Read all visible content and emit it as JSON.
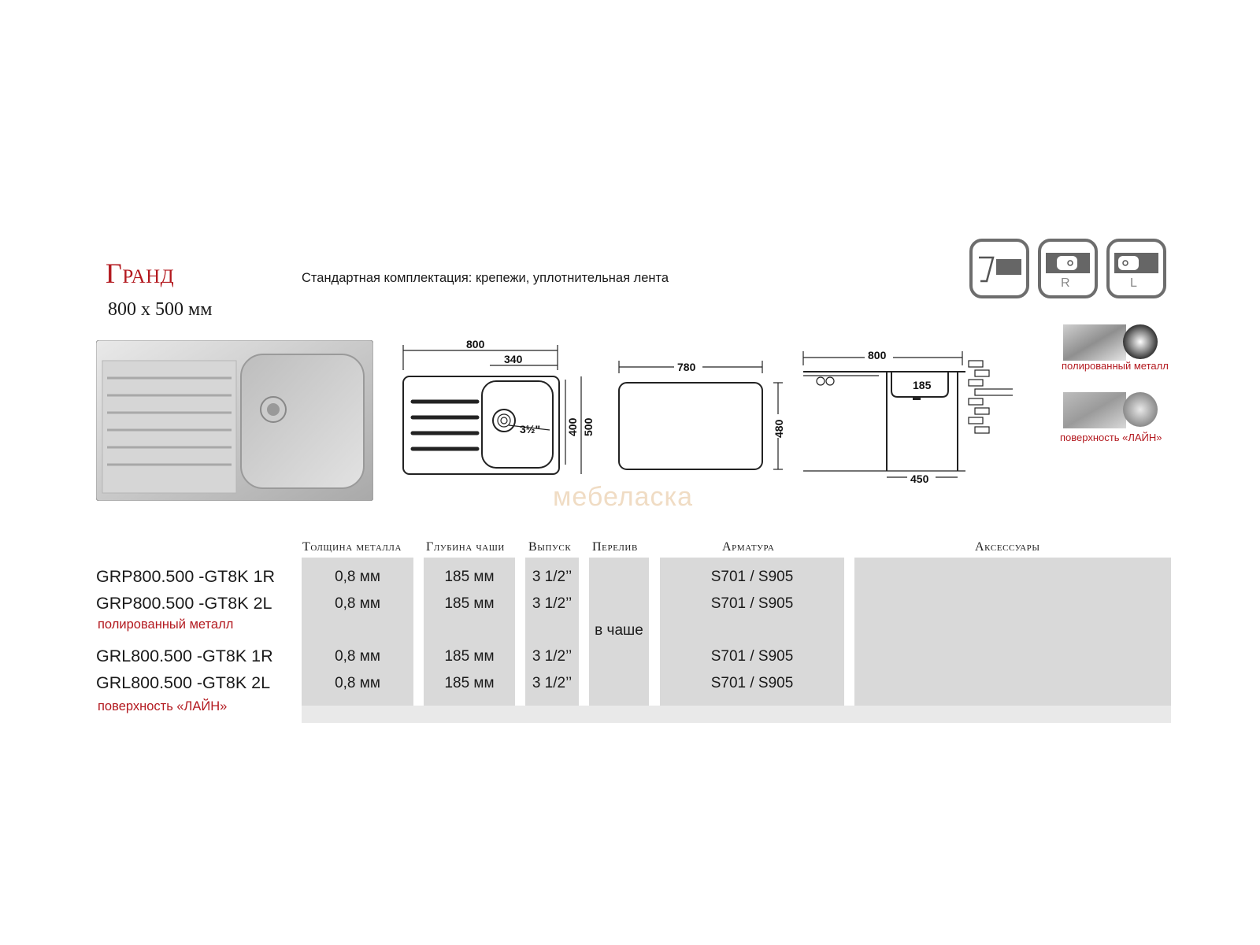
{
  "header": {
    "title": "Гранд",
    "size": "800 x 500 мм",
    "standard_kit": "Стандартная комплектация: крепежи, уплотнительная лента"
  },
  "icons": [
    {
      "name": "surface-mount-icon",
      "label": ""
    },
    {
      "name": "bowl-right-icon",
      "label": "R"
    },
    {
      "name": "bowl-left-icon",
      "label": "L"
    }
  ],
  "diagrams": {
    "top_width": "800",
    "bowl_width": "340",
    "bowl_depth": "400",
    "total_depth": "500",
    "drain": "3½\"",
    "cutout_width": "780",
    "cutout_depth": "480",
    "section_width": "800",
    "section_bowl_depth": "185",
    "cabinet_width": "450"
  },
  "finishes": [
    {
      "label": "полированный металл"
    },
    {
      "label": "поверхность «ЛАЙН»"
    }
  ],
  "watermark": "мебеласка",
  "table": {
    "headers": [
      "Толщина металла",
      "Глубина чаши",
      "Выпуск",
      "Перелив",
      "Арматура",
      "Аксессуары"
    ],
    "rows": [
      {
        "model": "GRP800.500 -GT8K 1R",
        "thickness": "0,8 мм",
        "depth": "185 мм",
        "outlet": "3 1/2’’",
        "fittings": "S701 / S905"
      },
      {
        "model": "GRP800.500 -GT8K 2L",
        "thickness": "0,8 мм",
        "depth": "185 мм",
        "outlet": "3 1/2’’",
        "fittings": "S701 / S905"
      },
      {
        "model": "GRL800.500 -GT8K 1R",
        "thickness": "0,8 мм",
        "depth": "185 мм",
        "outlet": "3 1/2’’",
        "fittings": "S701 / S905"
      },
      {
        "model": "GRL800.500 -GT8K 2L",
        "thickness": "0,8 мм",
        "depth": "185 мм",
        "outlet": "3 1/2’’",
        "fittings": "S701 / S905"
      }
    ],
    "group_notes": [
      "полированный металл",
      "поверхность «ЛАЙН»"
    ],
    "overflow": "в чаше"
  },
  "colors": {
    "accent_red": "#b3191f",
    "table_bg": "#d9d9d9",
    "icon_border": "#6d6d6d"
  }
}
